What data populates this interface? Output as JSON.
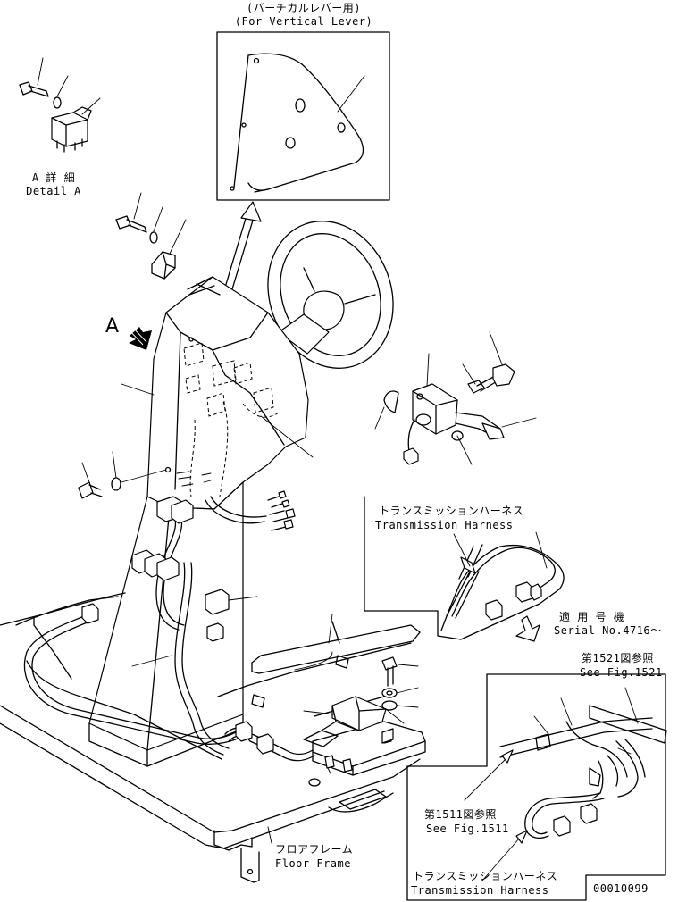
{
  "labels": {
    "vertical_lever_jp": "(バーチカルレバー用)",
    "vertical_lever_en": "(For Vertical Lever)",
    "detail_a_jp": "A 詳 細",
    "detail_a_en": "Detail A",
    "view_a": "A",
    "trans_harness_jp": "トランスミッションハーネス",
    "trans_harness_en": "Transmission Harness",
    "serial_jp": "適 用 号 機",
    "serial_en": "Serial No.4716～",
    "fig1521_jp": "第1521図参照",
    "fig1521_en": "See Fig.1521",
    "fig1511_jp": "第1511図参照",
    "fig1511_en": "See Fig.1511",
    "floor_frame_jp": "フロアフレーム",
    "floor_frame_en": "Floor Frame",
    "trans_harness2_jp": "トランスミッションハーネス",
    "trans_harness2_en": "Transmission Harness",
    "drawing_no": "00010099"
  }
}
